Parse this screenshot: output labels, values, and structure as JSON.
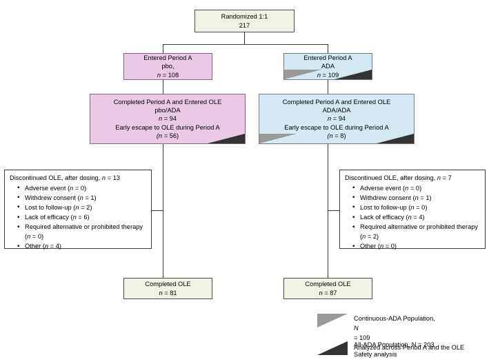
{
  "colors": {
    "cream": "#f2f2e4",
    "pink": "#eac9e4",
    "blue": "#d4e9f3",
    "pink_border": "#8b5d8c",
    "blue_border": "#6d7a80",
    "grey_marker": "#9a9a9a",
    "dark_marker": "#333333",
    "line": "#3a3a3a"
  },
  "nodes": {
    "randomized": {
      "line1": "Randomized 1:1",
      "line2": "217"
    },
    "entered_pbo": {
      "line1": "Entered Period A",
      "line2": "pbo,",
      "line3_pre": "n",
      "line3_post": " = 108"
    },
    "entered_ada": {
      "line1": "Entered Period A",
      "line2": "ADA",
      "line3_pre": "n",
      "line3_post": " = 109"
    },
    "completed_pbo_ada": {
      "line1": "Completed Period A and Entered OLE",
      "line2": "pbo/ADA",
      "line3_pre": "n",
      "line3_post": " = 94",
      "line4": "Early escape to OLE during Period A",
      "line5_pre": "(n",
      "line5_post": " = 56)"
    },
    "completed_ada_ada": {
      "line1": "Completed Period A and Entered OLE",
      "line2": "ADA/ADA",
      "line3_pre": "n",
      "line3_post": " = 94",
      "line4": "Early escape to OLE during Period A",
      "line5_pre": "(n",
      "line5_post": " = 8)"
    },
    "completed_ole_left": {
      "line1": "Completed OLE",
      "line2_pre": "n",
      "line2_post": " = 81"
    },
    "completed_ole_right": {
      "line1": "Completed OLE",
      "line2_pre": "n",
      "line2_post": " = 87"
    }
  },
  "discontinued_left": {
    "header_pre": "Discontinued OLE, after dosing, ",
    "header_n": "n",
    "header_post": " = 13",
    "items": [
      {
        "label": "Adverse event (",
        "n": "n",
        "value": " = 0)"
      },
      {
        "label": "Withdrew consent (",
        "n": "n",
        "value": " = 1)"
      },
      {
        "label": "Lost to follow-up (",
        "n": "n",
        "value": " = 2)"
      },
      {
        "label": "Lack of efficacy (",
        "n": "n",
        "value": " = 6)"
      },
      {
        "label": "Required alternative or prohibited therapy (",
        "n": "n",
        "value": " = 0)"
      },
      {
        "label": "Other (",
        "n": "n",
        "value": " = 4)"
      }
    ]
  },
  "discontinued_right": {
    "header_pre": "Discontinued OLE, after dosing, ",
    "header_n": "n",
    "header_post": " = 7",
    "items": [
      {
        "label": "Adverse event (",
        "n": "n",
        "value": " = 0)"
      },
      {
        "label": "Withdrew consent (",
        "n": "n",
        "value": " = 1)"
      },
      {
        "label": "Lost to follow-up (",
        "n": "n",
        "value": " = 0)"
      },
      {
        "label": "Lack of efficacy (",
        "n": "n",
        "value": " = 4)"
      },
      {
        "label": "Required alternative or prohibited therapy (",
        "n": "n",
        "value": " = 2)"
      },
      {
        "label": "Other (",
        "n": "n",
        "value": " = 0)"
      }
    ]
  },
  "legend": {
    "continuous": {
      "line1_pre": "Continuous-ADA Population, ",
      "line1_n": "N",
      "line1_post": " = 109",
      "line2": "Analyzed across Period A and the OLE"
    },
    "all_ada": {
      "line1": "All-ADA Population, N = 203",
      "line2": "Safety analysis"
    }
  }
}
